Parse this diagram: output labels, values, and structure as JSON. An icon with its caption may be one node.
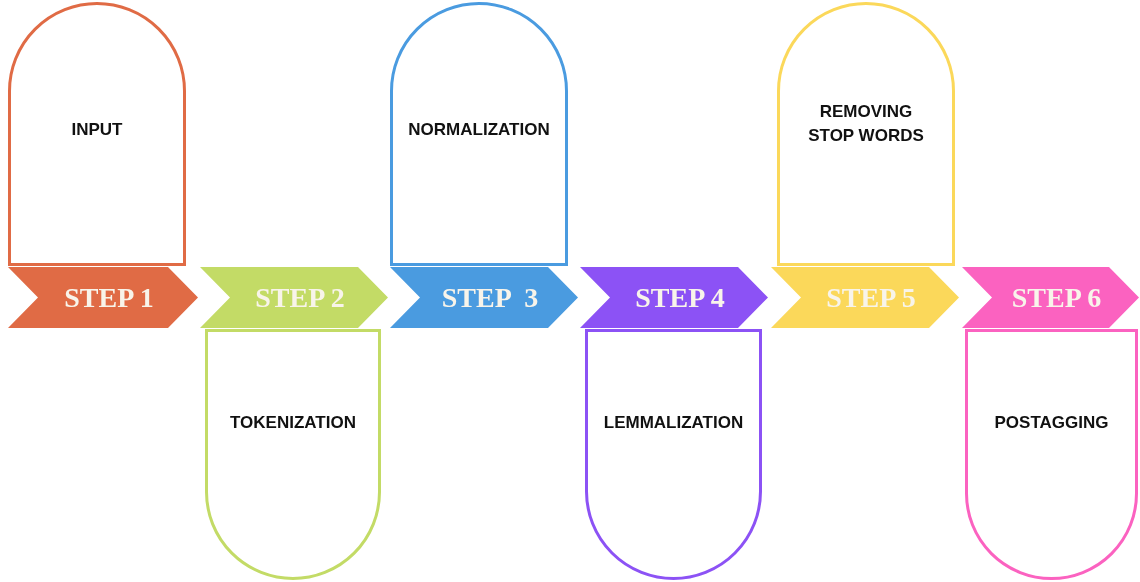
{
  "diagram": {
    "nodes": [
      {
        "text": [
          "INPUT"
        ]
      },
      {
        "text": [
          "STEP 1"
        ]
      },
      {
        "text": [
          "STEP 2"
        ]
      },
      {
        "text": [
          "TOKENIZATION"
        ]
      },
      {
        "text": [
          "NORMALIZATION"
        ]
      },
      {
        "text": [
          "STEP  3"
        ]
      },
      {
        "text": [
          "STEP 4"
        ]
      },
      {
        "text": [
          "LEMMALIZATION"
        ]
      },
      {
        "text": [
          "REMOVING STOP WORDS"
        ]
      },
      {
        "text": [
          "STEP 5"
        ]
      },
      {
        "text": [
          "STEP 6"
        ]
      },
      {
        "text": [
          "POSTAGGING"
        ]
      }
    ]
  }
}
